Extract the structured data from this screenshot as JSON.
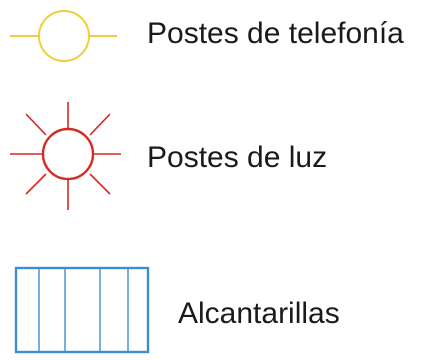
{
  "legend": {
    "items": [
      {
        "id": "telefonia",
        "label": "Postes de telefonía",
        "icon": "yellow-circle-with-line-icon",
        "color": "#f2cc3a"
      },
      {
        "id": "luz",
        "label": "Postes de luz",
        "icon": "red-sun-icon",
        "color": "#d42a20"
      },
      {
        "id": "alcantarillas",
        "label": "Alcantarillas",
        "icon": "blue-grid-rectangle-icon",
        "color": "#3d8ed0"
      }
    ]
  }
}
